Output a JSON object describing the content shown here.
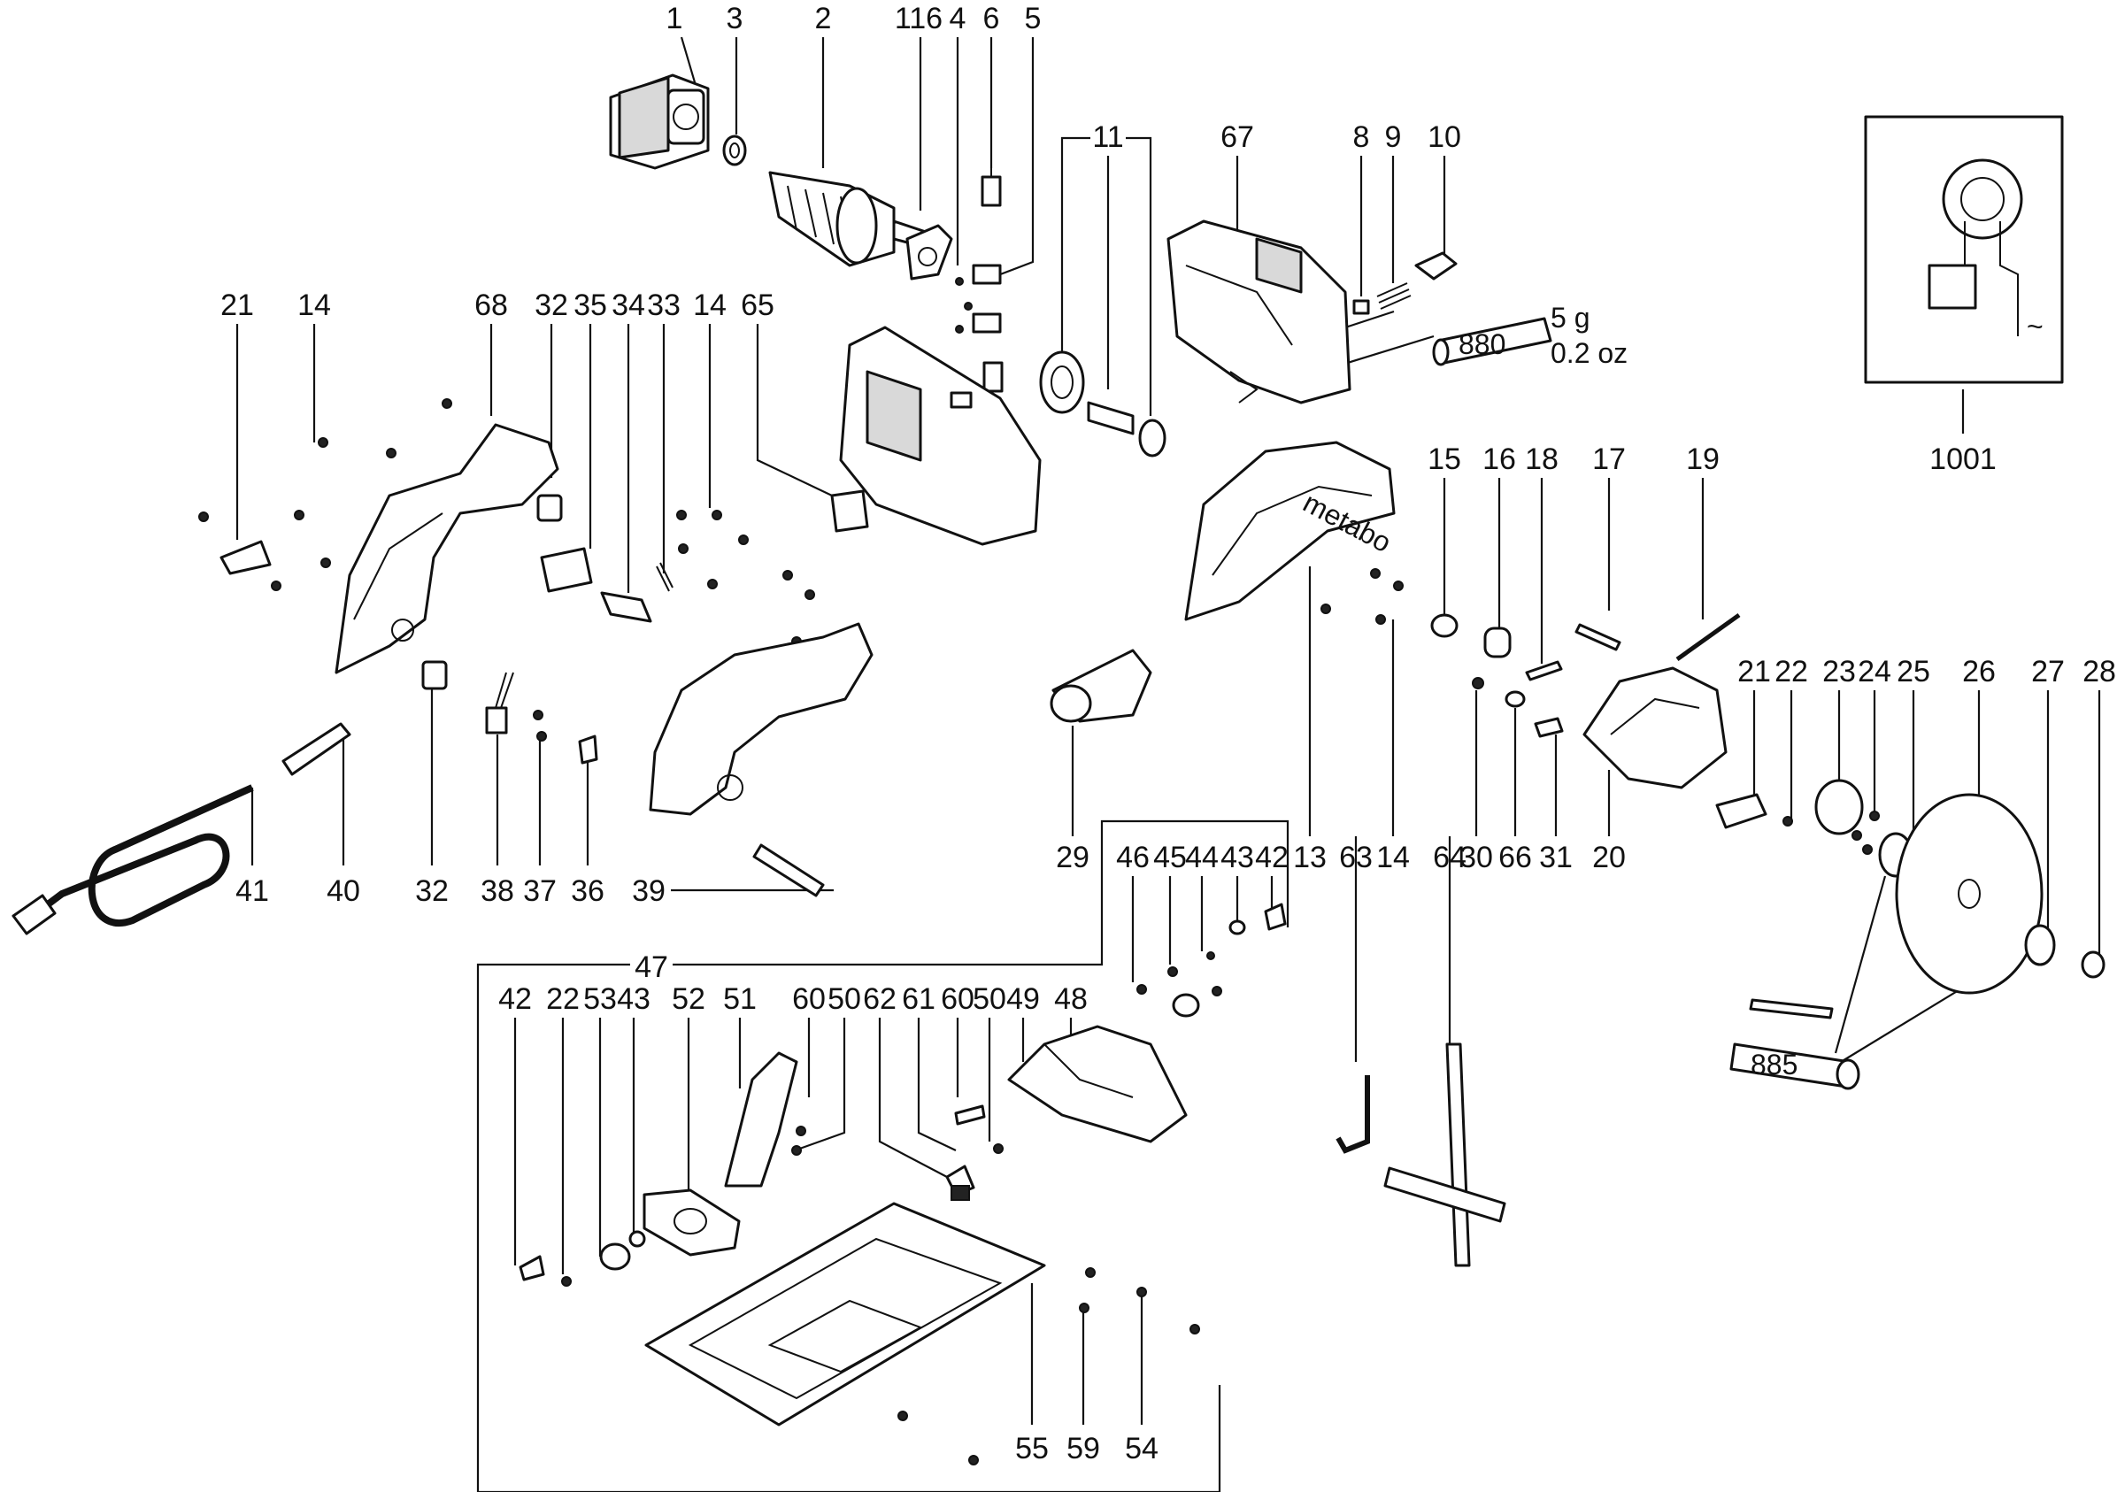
{
  "diagram": {
    "part_numbers": {
      "p1": "1",
      "p3": "3",
      "p2": "2",
      "p116": "116",
      "p4": "4",
      "p6": "6",
      "p5": "5",
      "p11": "11",
      "p67": "67",
      "p8": "8",
      "p9": "9",
      "p10": "10",
      "p21a": "21",
      "p14a": "14",
      "p68": "68",
      "p32a": "32",
      "p35": "35",
      "p34": "34",
      "p33": "33",
      "p14b": "14",
      "p65": "65",
      "p15": "15",
      "p16": "16",
      "p18": "18",
      "p17": "17",
      "p19": "19",
      "p1001": "1001",
      "p41": "41",
      "p40": "40",
      "p32b": "32",
      "p38": "38",
      "p37": "37",
      "p36": "36",
      "p39": "39",
      "p29": "29",
      "p46": "46",
      "p45": "45",
      "p44": "44",
      "p43a": "43",
      "p42a": "42",
      "p13": "13",
      "p63": "63",
      "p14c": "14",
      "p64": "64",
      "p30": "30",
      "p66": "66",
      "p31": "31",
      "p20": "20",
      "p21b": "21",
      "p22a": "22",
      "p23": "23",
      "p24": "24",
      "p25": "25",
      "p26": "26",
      "p27": "27",
      "p28": "28",
      "p47": "47",
      "p42b": "42",
      "p22b": "22",
      "p53": "53",
      "p43b": "43",
      "p52": "52",
      "p51": "51",
      "p60a": "60",
      "p50a": "50",
      "p62": "62",
      "p61": "61",
      "p60b": "60",
      "p50b": "50",
      "p49": "49",
      "p48": "48",
      "p55": "55",
      "p59": "59",
      "p54": "54"
    },
    "annotations": {
      "grease_880_label": "880",
      "grease_amount_g": "5 g",
      "grease_amount_oz": "0.2 oz",
      "grease_885_label": "885",
      "brand_on_guard": "metabo",
      "ac_symbol": "~"
    },
    "colors": {
      "line": "#111111",
      "fill_light": "#d9d9d9",
      "background": "#ffffff"
    }
  }
}
